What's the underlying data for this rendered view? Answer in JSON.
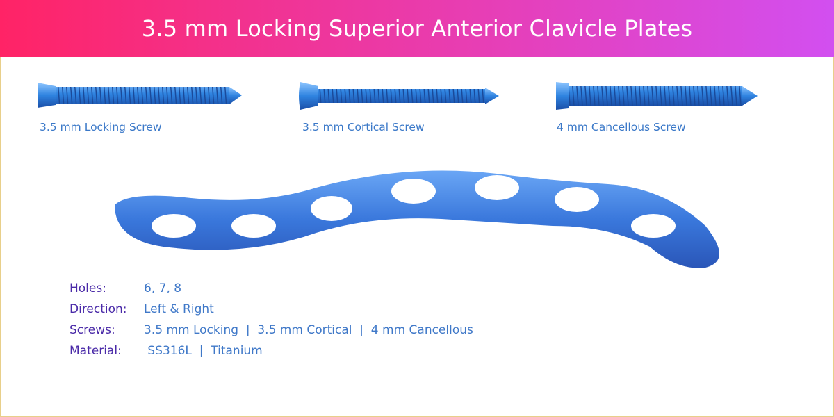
{
  "title": "3.5 mm Locking Superior Anterior Clavicle Plates",
  "screws": [
    {
      "label": "3.5 mm Locking Screw"
    },
    {
      "label": "3.5 mm Cortical Screw"
    },
    {
      "label": "4 mm Cancellous Screw"
    }
  ],
  "specs": [
    {
      "label": "Holes:",
      "value": "6, 7, 8"
    },
    {
      "label": "Direction:",
      "value": "Left & Right"
    },
    {
      "label": "Screws:",
      "value": "3.5 mm Locking  |  3.5 mm Cortical  |  4 mm Cancellous"
    },
    {
      "label": "Material:",
      "value": " SS316L  |  Titanium"
    }
  ],
  "colors": {
    "implant": "#3d7fe0",
    "label": "#3a78c8",
    "spec_label": "#4a2aa8"
  }
}
